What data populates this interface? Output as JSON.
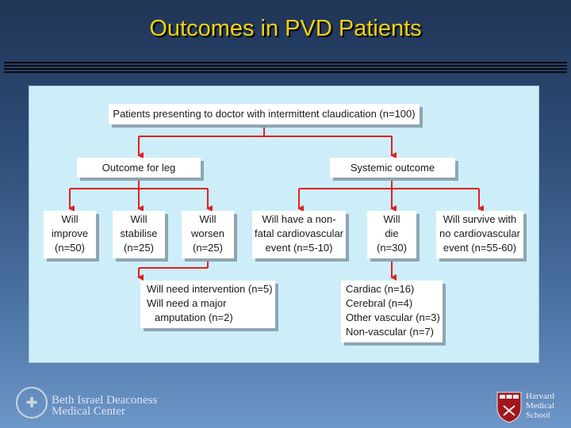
{
  "slide": {
    "title": "Outcomes in PVD Patients"
  },
  "flowchart": {
    "root": "Patients presenting to doctor with intermittent claudication (n=100)",
    "leg_outcome": "Outcome for leg",
    "systemic_outcome": "Systemic outcome",
    "leg_nodes": [
      [
        "Will",
        "improve",
        "(n=50)"
      ],
      [
        "Will",
        "stabilise",
        "(n=25)"
      ],
      [
        "Will",
        "worsen",
        "(n=25)"
      ]
    ],
    "systemic_nodes": [
      [
        "Will have a non-",
        "fatal cardiovascular",
        "event (n=5-10)"
      ],
      [
        "Will",
        "die",
        "(n=30)"
      ],
      [
        "Will survive with",
        "no cardiovascular",
        "event (n=55-60)"
      ]
    ],
    "worsen_detail": [
      "Will need intervention (n=5)",
      "Will need a major",
      "amputation (n=2)"
    ],
    "death_detail": [
      "Cardiac (n=16)",
      "Cerebral (n=4)",
      "Other vascular (n=3)",
      "Non-vascular (n=7)"
    ]
  },
  "logos": {
    "bidmc": [
      "Beth Israel Deaconess",
      "Medical Center"
    ],
    "harvard": [
      "Harvard",
      "Medical",
      "School"
    ]
  },
  "colors": {
    "title": "#f5d10e",
    "arrows": "#e02020",
    "panel": "#cdeef8"
  }
}
